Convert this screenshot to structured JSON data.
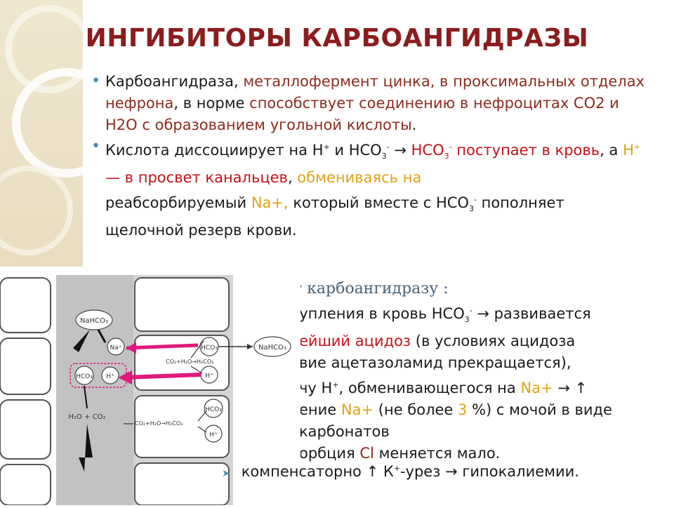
{
  "title": "ИНГИБИТОРЫ КАРБОАНГИДРАЗЫ",
  "bullet1": {
    "a": "Карбоангидраза,",
    "b": "металлофермент цинка",
    "c": ", в",
    "d": "проксимальных отделах нефрона",
    "e": ", в норме",
    "f": "способствует",
    "g": "соединению в нефроцитах",
    "h": "СО2 и Н2О",
    "i": "с образованием",
    "j": "угольной кислоты",
    "k": "."
  },
  "bullet2": {
    "a": "Кислота диссоциирует на Н",
    "a_sup": "+",
    "b": " и НСО",
    "b_sub": "3",
    "b_sup": "-",
    "c": " → ",
    "d": "НСО",
    "d_sub": "3",
    "d_sup": "-",
    "e": " поступает в кровь",
    "f": ", а ",
    "g": "Н",
    "g_sup": "+",
    "h": " — в просвет канальцев",
    "i": ", ",
    "j": "обмениваясь на",
    "k": "реабсорбируемый ",
    "l": "Na+,",
    "m": " который вместе с  НСО",
    "m_sub": "3",
    "m_sup": "-",
    "n": "  пополняет",
    "o": "щелочной резерв крови."
  },
  "section2": {
    "heading": "ует карбоангидразу :",
    "l1": "тупления в кровь НСО",
    "l1_sub": "3",
    "l1_sup": "-",
    "l1_end": " → развивается",
    "l2_red": "ейший ацидоз",
    "l2_end": " (в условиях ацидоза",
    "l3": "вие  ацетазоламид прекращается),",
    "l4": "чу Н",
    "l4_sup": "+",
    "l4_mid": ", обменивающегося на ",
    "l4_na": "Na+",
    "l4_end": " → ↑",
    "l5": "ение ",
    "l5_na": "Na+",
    "l5_end": " (не более ",
    "l5_num": "3",
    "l5_end2": " %) с мочой в виде",
    "l6": "карбонатов",
    "l7": "орбция ",
    "l7_cl": "Cl",
    "l7_end": " меняется мало."
  },
  "bottom": {
    "bullet_icon": "chevron-right-icon",
    "text": "компенсаторно  ↑ К",
    "sup": "+",
    "text2": "-урез → гипокалиемии."
  },
  "diagram": {
    "nahco3_top": "NaHCO₃",
    "na": "Na⁺",
    "hco3": "HCO₃",
    "h": "H⁺",
    "co2_eq1": "CO₂+H₂O→H₂CO₃",
    "h2o_co2": "H₂O + CO₂",
    "co2_eq2": "CO₂+H₂O→H₂CO₃",
    "hco3_r1": "HCO₃",
    "h_r1": "H⁺",
    "nahco3_right": "NaHCO₃",
    "hco3_r2": "HCO₃",
    "h_r2": "H⁺"
  },
  "colors": {
    "title": "#8b1d1d",
    "red": "#c2121a",
    "orange": "#e0a215",
    "magenta": "#e0197d"
  }
}
